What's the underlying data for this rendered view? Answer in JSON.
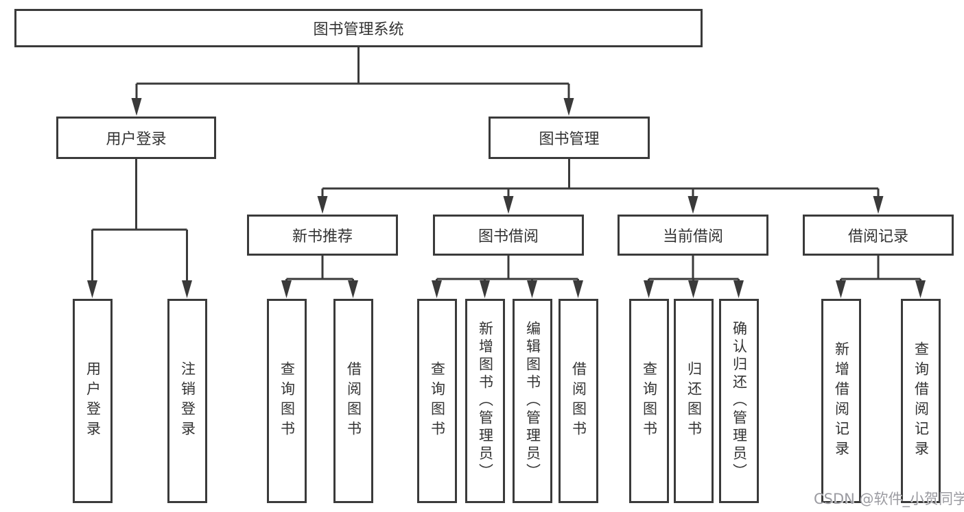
{
  "tree": {
    "root": {
      "label": "图书管理系统",
      "children": [
        {
          "label": "用户登录",
          "children": [
            {
              "label": "用户登录"
            },
            {
              "label": "注销登录"
            }
          ]
        },
        {
          "label": "图书管理",
          "children": [
            {
              "label": "新书推荐",
              "children": [
                {
                  "label": "查询图书"
                },
                {
                  "label": "借阅图书"
                }
              ]
            },
            {
              "label": "图书借阅",
              "children": [
                {
                  "label": "查询图书"
                },
                {
                  "label": "新增图书（管理员）"
                },
                {
                  "label": "编辑图书（管理员）"
                },
                {
                  "label": "借阅图书"
                }
              ]
            },
            {
              "label": "当前借阅",
              "children": [
                {
                  "label": "查询图书"
                },
                {
                  "label": "归还图书"
                },
                {
                  "label": "确认归还（管理员）"
                }
              ]
            },
            {
              "label": "借阅记录",
              "children": [
                {
                  "label": "新增借阅记录"
                },
                {
                  "label": "查询借阅记录"
                }
              ]
            }
          ]
        }
      ]
    }
  },
  "watermark": {
    "text": "CSDN @软件_小贺同学"
  },
  "colors": {
    "line": "#3a3a3a",
    "box_border": "#3a3a3a",
    "box_fill": "#ffffff",
    "text": "#333333",
    "watermark": "#9b9ba1",
    "background": "#ffffff"
  }
}
